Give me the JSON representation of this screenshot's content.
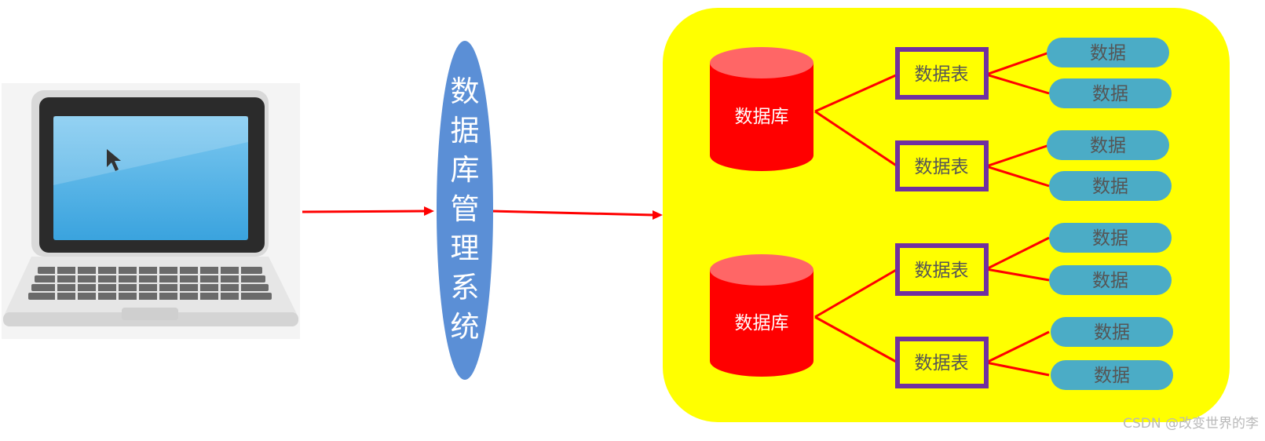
{
  "colors": {
    "arrow": "#ff0000",
    "dbms": "#5b8fd6",
    "panel": "#ffff00",
    "database": "#ff0000",
    "table_border": "#7030a0",
    "data_pill": "#4bacc6"
  },
  "dbms": {
    "label_chars": [
      "数",
      "据",
      "库",
      "管",
      "理",
      "系",
      "统"
    ]
  },
  "databases": [
    {
      "label": "数据库",
      "tables": [
        {
          "label": "数据表",
          "data": [
            "数据",
            "数据"
          ]
        },
        {
          "label": "数据表",
          "data": [
            "数据",
            "数据"
          ]
        }
      ]
    },
    {
      "label": "数据库",
      "tables": [
        {
          "label": "数据表",
          "data": [
            "数据",
            "数据"
          ]
        },
        {
          "label": "数据表",
          "data": [
            "数据",
            "数据"
          ]
        }
      ]
    }
  ],
  "watermark": "CSDN @改变世界的李",
  "icons": {
    "computer": "laptop-icon",
    "cursor": "mouse-cursor-icon"
  }
}
